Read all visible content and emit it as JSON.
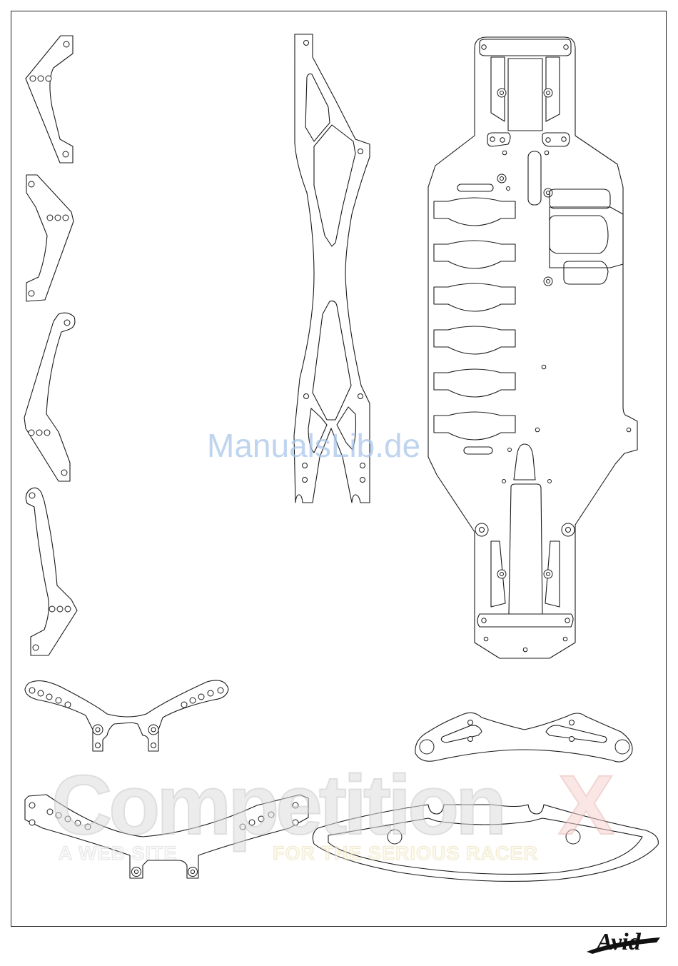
{
  "watermarks": {
    "competitionx": {
      "word_main": "Competition",
      "word_accent": "X",
      "tagline_left": "A WEB SITE",
      "tagline_right": "FOR THE SERIOUS RACER",
      "accent_color": "#e4a29a"
    },
    "manualslib": "ManualsLib.de",
    "manualslib_color": "#a9c6ea"
  },
  "brand_logo": "Avid",
  "colors": {
    "line": "#1a1a1a",
    "frame": "#222222",
    "background": "#ffffff"
  }
}
